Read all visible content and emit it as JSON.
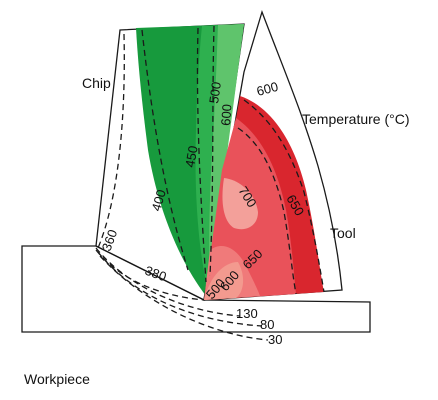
{
  "labels": {
    "chip": "Chip",
    "tool": "Tool",
    "workpiece": "Workpiece",
    "temperature": "Temperature (°C)"
  },
  "isotherms": {
    "chip": [
      "360",
      "400",
      "450",
      "500",
      "600"
    ],
    "workpiece": [
      "380",
      "130",
      "80",
      "30"
    ],
    "tool": [
      "600",
      "650",
      "700",
      "650",
      "600",
      "500"
    ]
  },
  "colors": {
    "workpiece_fill": "#b7c8e1",
    "chip_fill": "#b7c8e1",
    "chip_hot_1": "#179a3d",
    "chip_hot_2": "#2eb04f",
    "chip_hot_3": "#5fc46c",
    "tool_dark": "#b51a2a",
    "tool_mid": "#d9262e",
    "tool_light": "#e9525a",
    "tool_hot": "#f07a7a",
    "tool_core": "#f3a09a",
    "tool_tip": "#f39a8f"
  }
}
